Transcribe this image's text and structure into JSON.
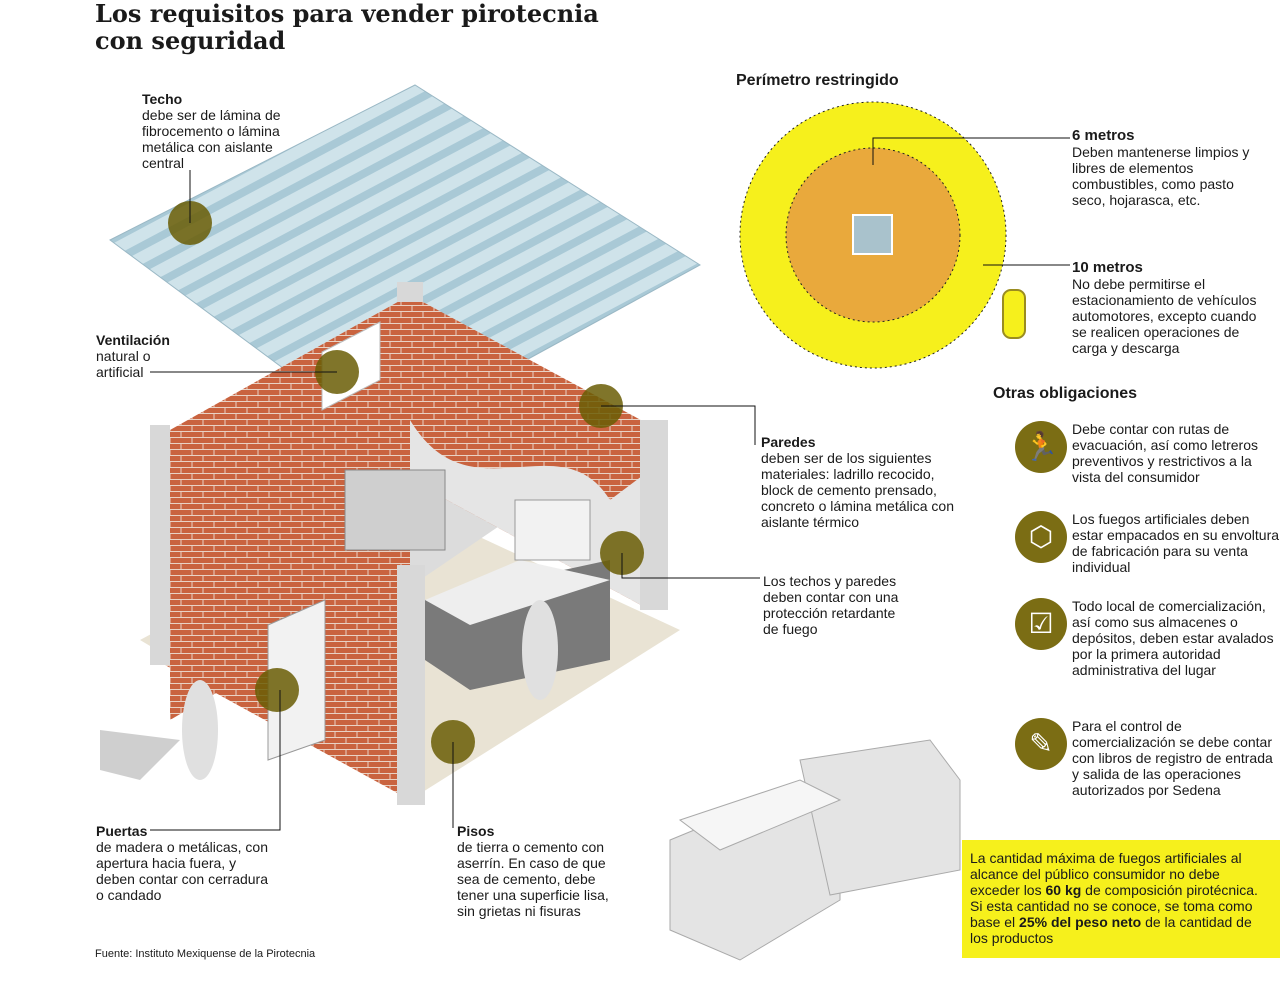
{
  "title": [
    "Los requisitos para vender pirotecnia",
    "con seguridad"
  ],
  "labels": {
    "techo": {
      "heading": "Techo",
      "text": "debe ser de lámina de fibrocemento o lámina metálica con aislante central"
    },
    "ventilacion": {
      "heading": "Ventilación",
      "text": "natural o artificial"
    },
    "paredes": {
      "heading": "Paredes",
      "text": "deben ser de los siguientes materiales: ladrillo recocido, block de cemento prensado, concreto o lámina metálica con aislante térmico"
    },
    "retardante": {
      "text": "Los techos y paredes deben contar con una protección retardante de fuego"
    },
    "puertas": {
      "heading": "Puertas",
      "text": "de madera o metálicas, con apertura hacia fuera, y deben contar con cerradura o candado"
    },
    "pisos": {
      "heading": "Pisos",
      "text": "de tierra o cemento con aserrín. En caso de que sea de cemento, debe tener una superficie lisa, sin grietas ni fisuras"
    }
  },
  "perimetro": {
    "heading": "Perímetro restringido",
    "inner": {
      "heading": "6 metros",
      "text": "Deben mantenerse limpios y libres de elementos combustibles, como pasto seco, hojarasca, etc."
    },
    "outer": {
      "heading": "10 metros",
      "text": "No debe permitirse el estacionamiento de vehículos automotores, excepto cuando se realicen operaciones de carga y descarga"
    }
  },
  "obligaciones": {
    "heading": "Otras obligaciones",
    "items": [
      {
        "icon": "running-person-icon",
        "glyph": "🏃",
        "text": "Debe contar con rutas de evacuación, así como letreros preventivos y restrictivos a la vista del consumidor"
      },
      {
        "icon": "box-icon",
        "glyph": "⬡",
        "text": "Los fuegos artificiales deben estar empacados en su envoltura de fabricación para su venta individual"
      },
      {
        "icon": "checkbox-icon",
        "glyph": "☑",
        "text": "Todo local de comercialización, así como sus almacenes o depósitos, deben estar avalados por la primera autoridad administrativa del lugar"
      },
      {
        "icon": "edit-icon",
        "glyph": "✎",
        "text": "Para el control de comercialización se debe contar con libros de registro de entrada y salida de las operaciones autorizados por Sedena"
      }
    ]
  },
  "nota": {
    "p1": "La cantidad máxima de fuegos artificiales al alcance del público consumidor no debe exceder los ",
    "b1": "60 kg",
    "p2": " de composición pirotécnica. Si esta cantidad no se conoce, se toma como base el ",
    "b2": "25% del peso neto",
    "p3": " de la cantidad de los productos"
  },
  "fuente": "Fuente: Instituto Mexiquense de la Pirotecnia",
  "colors": {
    "olive": "#7b6d14",
    "yellow": "#f6f01c",
    "orange": "#e9a93c",
    "brick": "#c9633f"
  }
}
